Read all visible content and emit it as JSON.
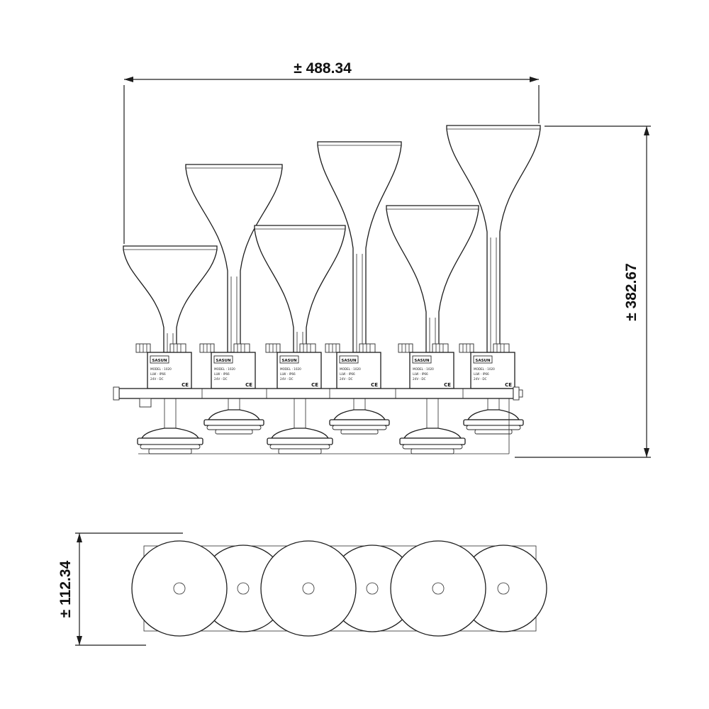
{
  "drawing": {
    "title": "six-trumpet air horn technical drawing",
    "colors": {
      "line": "#1c1c1c",
      "background": "#ffffff"
    },
    "dimensions": {
      "width_label": "± 488.34",
      "height_label": "± 382.67",
      "depth_label": "± 112.34"
    },
    "valve": {
      "brand": "SASUN",
      "line1": "MODEL : 1020",
      "line2": "LLW - IP66",
      "line3": "24V - DC",
      "ce_mark": "CE"
    }
  }
}
